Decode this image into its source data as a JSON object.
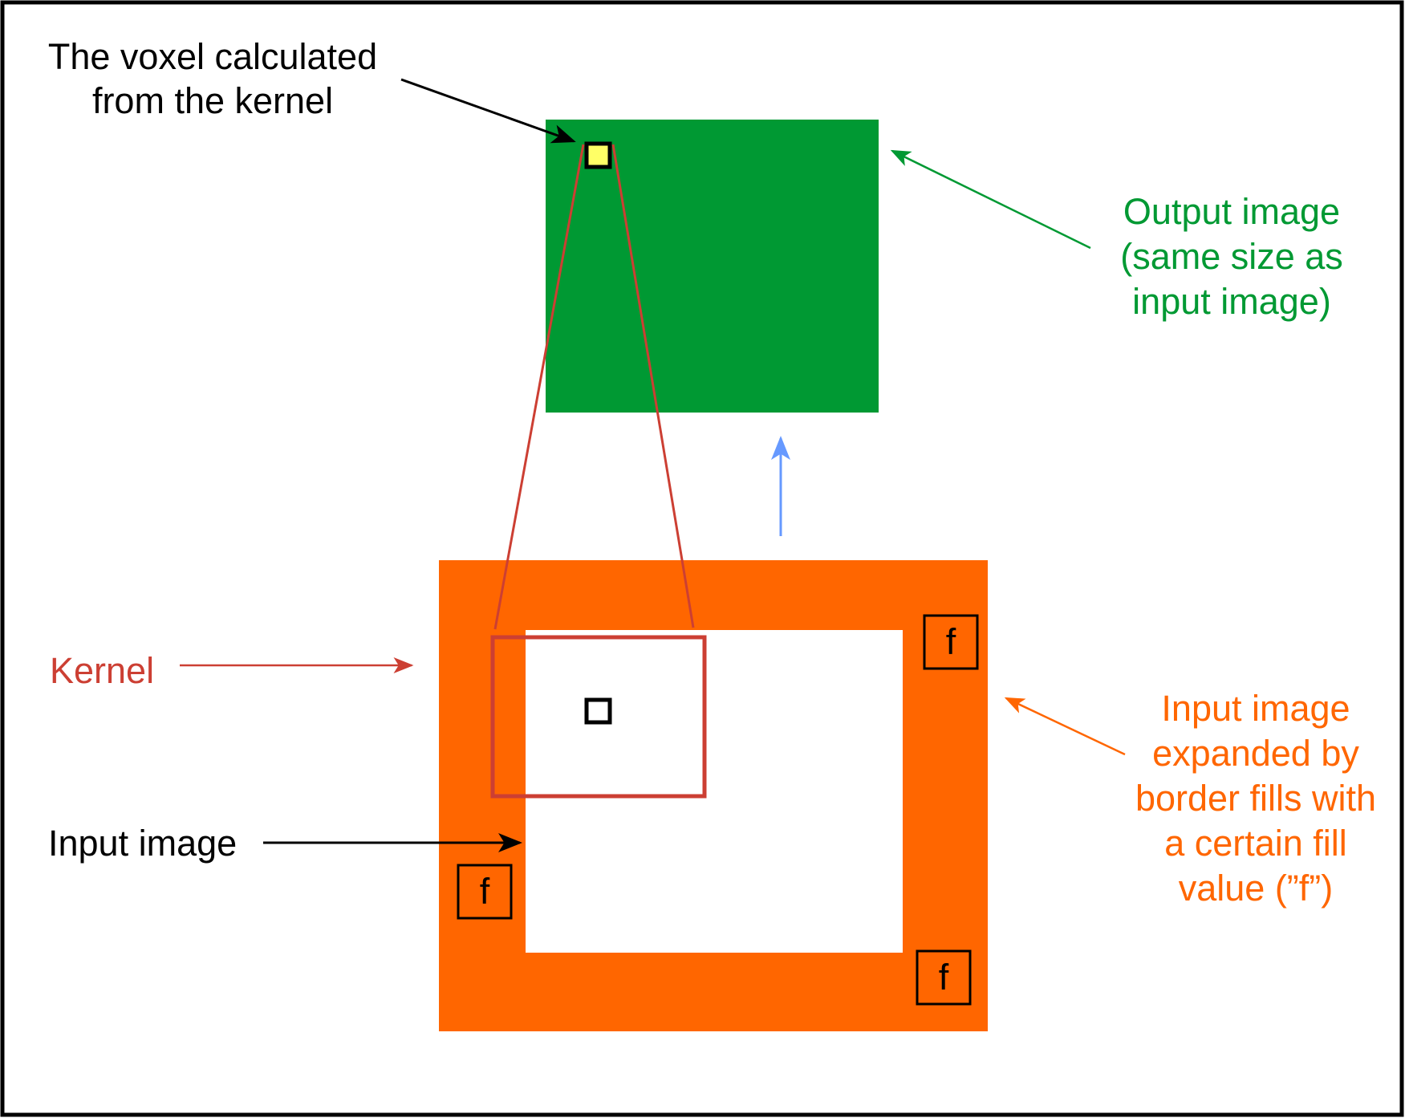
{
  "colors": {
    "output": "#009933",
    "input_border": "#ff6600",
    "kernel": "#cc3f33",
    "voxel": "#ffff66",
    "flow_arrow": "#6699ff",
    "text": "#000000",
    "frame": "#000000"
  },
  "labels": {
    "voxel": [
      "The voxel calculated",
      "from the kernel"
    ],
    "output": [
      "Output image",
      "(same size as",
      "input image)"
    ],
    "kernel": "Kernel",
    "input": "Input image",
    "expanded": [
      "Input image",
      "expanded by",
      "border fills with",
      "a certain fill",
      "value (”f”)"
    ]
  },
  "fill_marks": [
    {
      "position": "top-right",
      "label": "f"
    },
    {
      "position": "left",
      "label": "f"
    },
    {
      "position": "bottom-right",
      "label": "f"
    }
  ]
}
